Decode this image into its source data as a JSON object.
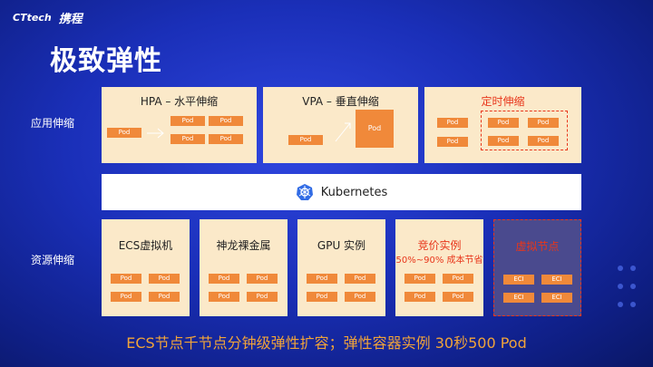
{
  "header": {
    "logo1": "CTtech",
    "logo2": "携程"
  },
  "title": "极致弹性",
  "rows": {
    "app_label": "应用伸缩",
    "res_label": "资源伸缩"
  },
  "app_cards": [
    {
      "title": "HPA – 水平伸缩"
    },
    {
      "title": "VPA – 垂直伸缩"
    },
    {
      "title": "定时伸缩"
    }
  ],
  "kubernetes": "Kubernetes",
  "res_cards": [
    {
      "title": "ECS虚拟机"
    },
    {
      "title": "神龙裸金属"
    },
    {
      "title": "GPU 实例"
    },
    {
      "title": "竞价实例",
      "subtitle": "50%~90% 成本节省"
    },
    {
      "title": "虚拟节点"
    }
  ],
  "pod_label": "Pod",
  "eci_label": "ECI",
  "bottom": "ECS节点千节点分钟级弹性扩容；弹性容器实例 30秒500 Pod",
  "colors": {
    "accent": "#f0893a",
    "red": "#e8361b",
    "card": "#fbe9c9"
  }
}
